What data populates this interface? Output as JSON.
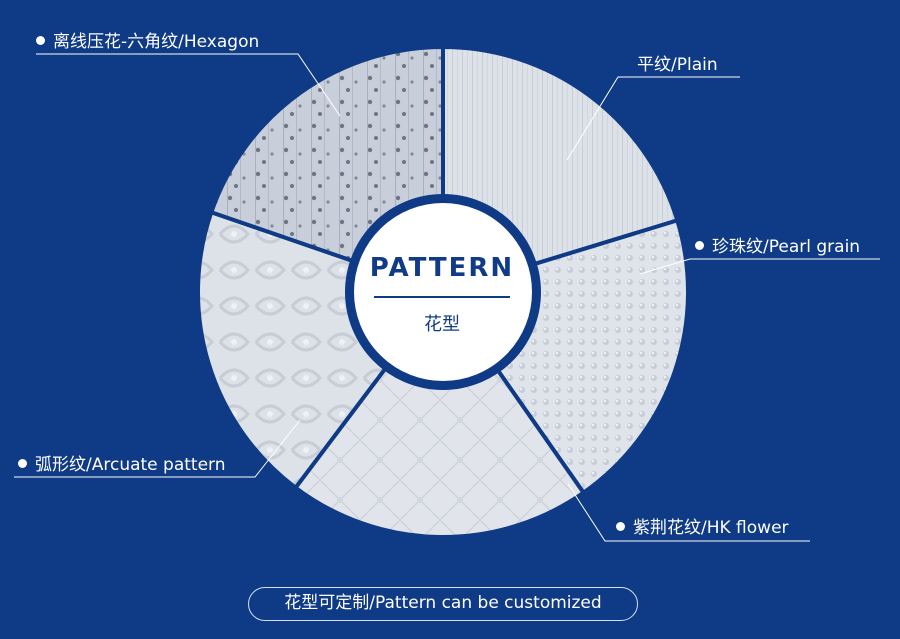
{
  "center": {
    "title": "PATTERN",
    "subtitle": "花型"
  },
  "labels": {
    "hexagon": "离线压花-六角纹/Hexagon",
    "plain": "平纹/Plain",
    "pearl": "珍珠纹/Pearl grain",
    "arcuate": "弧形纹/Arcuate pattern",
    "hk": "紫荆花纹/HK flower"
  },
  "footer": {
    "text": "花型可定制/Pattern can be customized"
  },
  "colors": {
    "background": "#0f3a86",
    "accent": "#103b86",
    "line": "#ffffff"
  }
}
